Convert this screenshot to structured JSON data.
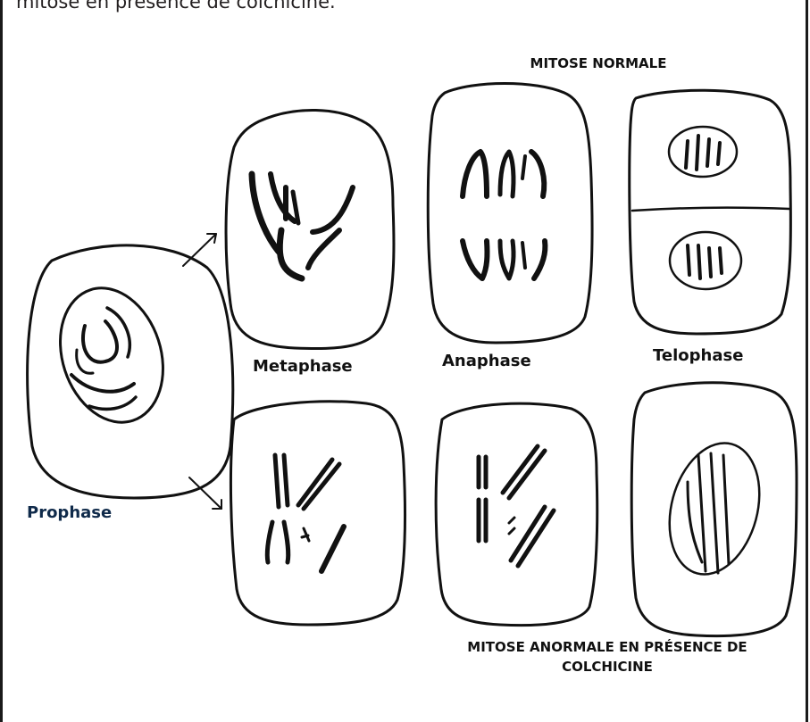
{
  "caption": "mitose en présence de colchicine.",
  "heading_normal": "MITOSE NORMALE",
  "heading_abnormal": "MITOSE ANORMALE EN PRÉSENCE DE COLCHICINE",
  "stages": {
    "prophase": "Prophase",
    "metaphase": "Metaphase",
    "anaphase": "Anaphase",
    "telophase": "Telophase"
  }
}
